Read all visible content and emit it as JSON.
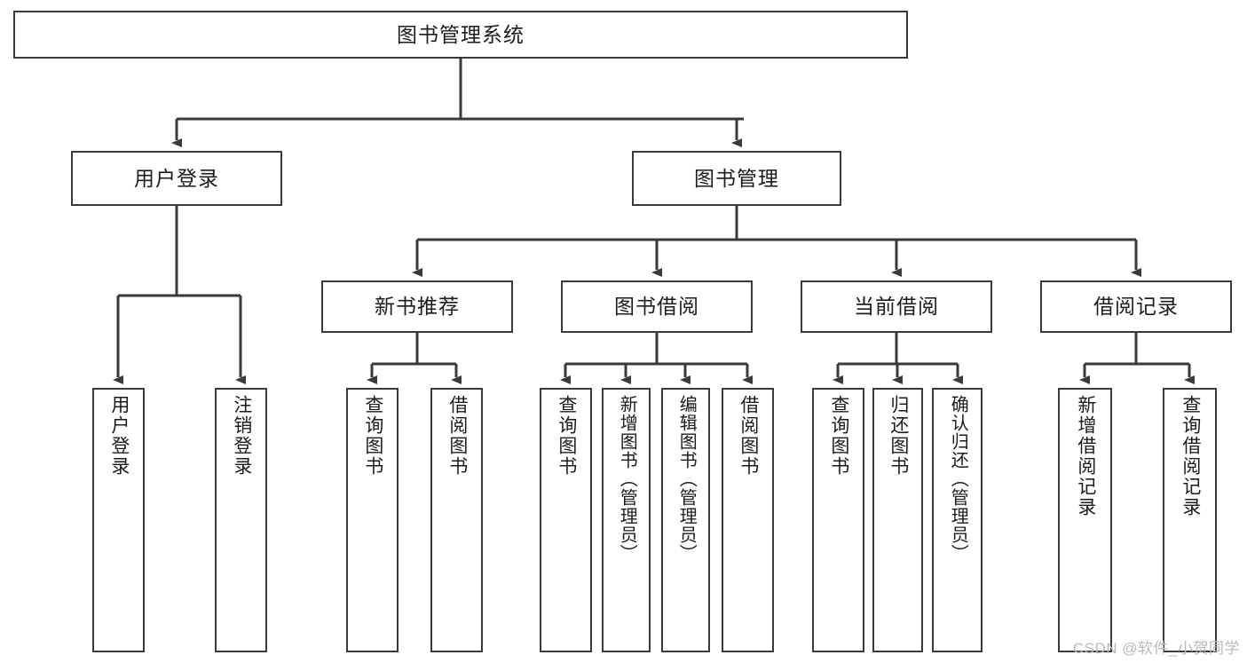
{
  "diagram": {
    "type": "tree-hierarchy-functional-decomposition",
    "title": "图书管理系统",
    "stroke_color": "#3a3a3a",
    "text_color": "#1c1c1c",
    "background_color": "#ffffff",
    "root": {
      "label": "图书管理系统"
    },
    "level1": [
      {
        "label": "用户登录"
      },
      {
        "label": "图书管理"
      }
    ],
    "level2": [
      {
        "label": "新书推荐"
      },
      {
        "label": "图书借阅"
      },
      {
        "label": "当前借阅"
      },
      {
        "label": "借阅记录"
      }
    ],
    "leaves": {
      "user_login": [
        {
          "label": "用户登录"
        },
        {
          "label": "注销登录"
        }
      ],
      "new_book_recommend": [
        {
          "label": "查询图书"
        },
        {
          "label": "借阅图书"
        }
      ],
      "book_borrow": [
        {
          "label": "查询图书"
        },
        {
          "label": "新增图书（管理员）"
        },
        {
          "label": "编辑图书（管理员）"
        },
        {
          "label": "借阅图书"
        }
      ],
      "current_borrow": [
        {
          "label": "查询图书"
        },
        {
          "label": "归还图书"
        },
        {
          "label": "确认归还（管理员）"
        }
      ],
      "borrow_record": [
        {
          "label": "新增借阅记录"
        },
        {
          "label": "查询借阅记录"
        }
      ]
    }
  },
  "watermark": {
    "text": "CSDN @软件_小贺同学"
  }
}
